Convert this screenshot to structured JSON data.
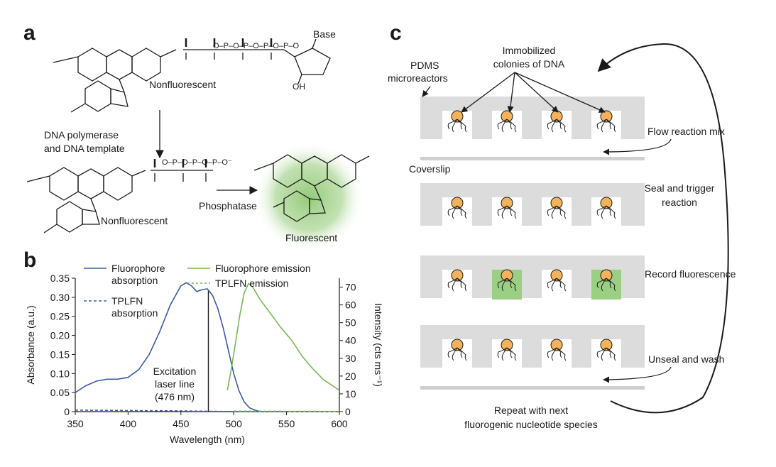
{
  "panels": {
    "a": {
      "letter": "a",
      "base_label": "Base",
      "oh_label": "OH",
      "nonfluorescent_top": "Nonfluorescent",
      "enzyme_label_line1": "DNA polymerase",
      "enzyme_label_line2": "and DNA template",
      "nonfluorescent_bottom": "Nonfluorescent",
      "phosphatase_label": "Phosphatase",
      "fluorescent_label": "Fluorescent",
      "glow_color": "#8fc773"
    },
    "b": {
      "letter": "b",
      "legend": {
        "fluor_abs_line1": "Fluorophore",
        "fluor_abs_line2": "absorption",
        "tplfn_abs_line1": "TPLFN",
        "tplfn_abs_line2": "absorption",
        "fluor_em": "Fluorophore emission",
        "tplfn_em": "TPLFN emission"
      },
      "annotation_line1": "Excitation",
      "annotation_line2": "laser line",
      "annotation_line3": "(476 nm)",
      "xlabel": "Wavelength (nm)",
      "ylabel_left": "Absorbance (a.u.)",
      "ylabel_right": "Intensity (cts ms⁻¹)"
    },
    "c": {
      "letter": "c",
      "pdms_line1": "PDMS",
      "pdms_line2": "microreactors",
      "colonies_line1": "Immobilized",
      "colonies_line2": "colonies of DNA",
      "coverslip": "Coverslip",
      "step1": "Flow reaction mix",
      "step2_line1": "Seal and trigger",
      "step2_line2": "reaction",
      "step3": "Record fluorescence",
      "step4": "Unseal and wash",
      "repeat_line1": "Repeat with next",
      "repeat_line2": "fluorogenic nucleotide species",
      "chip_color": "#dcdcdc",
      "well_color": "#ffffff",
      "fluor_well_color": "#9bcf84",
      "bead_color": "#f3b35c"
    }
  },
  "chart_data": {
    "type": "line",
    "xlabel": "Wavelength (nm)",
    "ylabel": "Absorbance (a.u.)",
    "y2label": "Intensity (cts ms⁻¹)",
    "xlim": [
      350,
      600
    ],
    "ylim": [
      0,
      0.35
    ],
    "y2lim": [
      0,
      75
    ],
    "x_ticks": [
      350,
      400,
      450,
      500,
      550,
      600
    ],
    "y_ticks": [
      0,
      0.05,
      0.1,
      0.15,
      0.2,
      0.25,
      0.3,
      0.35
    ],
    "y_tick_labels": [
      "0",
      "0.05",
      "0.10",
      "0.15",
      "0.20",
      "0.25",
      "0.30",
      "0.35"
    ],
    "y2_ticks": [
      0,
      10,
      20,
      30,
      40,
      50,
      60,
      70
    ],
    "excitation_line_nm": 476,
    "series": [
      {
        "name": "Fluorophore absorption",
        "axis": "left",
        "color": "#3a5aa6",
        "style": "solid",
        "x": [
          350,
          360,
          370,
          380,
          390,
          400,
          410,
          420,
          430,
          440,
          450,
          455,
          460,
          465,
          470,
          475,
          480,
          485,
          490,
          495,
          500,
          505,
          510,
          515,
          520,
          525
        ],
        "y": [
          0.05,
          0.068,
          0.08,
          0.085,
          0.085,
          0.09,
          0.11,
          0.15,
          0.21,
          0.28,
          0.33,
          0.338,
          0.33,
          0.315,
          0.32,
          0.322,
          0.305,
          0.27,
          0.22,
          0.16,
          0.1,
          0.055,
          0.025,
          0.01,
          0.004,
          0.0
        ]
      },
      {
        "name": "TPLFN absorption",
        "axis": "left",
        "color": "#3a5aa6",
        "style": "dashed",
        "x": [
          350,
          400,
          450,
          500,
          550
        ],
        "y": [
          0.004,
          0.003,
          0.002,
          0.0,
          0.0
        ]
      },
      {
        "name": "Fluorophore emission",
        "axis": "right",
        "color": "#76b852",
        "style": "solid",
        "x": [
          494,
          498,
          502,
          506,
          510,
          514,
          518,
          525,
          535,
          545,
          555,
          565,
          575,
          585,
          595,
          600
        ],
        "y": [
          12,
          25,
          40,
          55,
          67,
          72,
          70,
          63,
          55,
          47,
          40,
          31,
          24,
          18,
          14,
          12
        ]
      },
      {
        "name": "TPLFN emission",
        "axis": "right",
        "color": "#76b852",
        "style": "dashed",
        "x": [
          500,
          550,
          600
        ],
        "y": [
          0.3,
          0.2,
          0.1
        ]
      }
    ]
  }
}
